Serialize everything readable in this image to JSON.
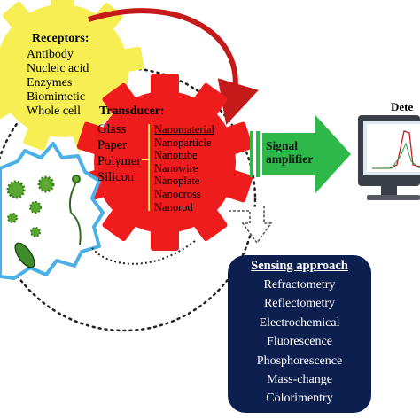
{
  "receptors": {
    "title": "Receptors:",
    "items": [
      "Antibody",
      "Nucleic acid",
      "Enzymes",
      "Biomimetic",
      "Whole cell"
    ]
  },
  "transducer": {
    "title": "Transducer:",
    "substrates": [
      "Glass",
      "Paper",
      "Polymer",
      "Silicon"
    ],
    "nanomaterials": [
      "Nanomaterial",
      "Nanoparticle",
      "Nanotube",
      "Nanowire",
      "Nanoplate",
      "Nanocross",
      "Nanorod"
    ]
  },
  "amplifier": {
    "lines": [
      "Signal",
      "amplifier"
    ]
  },
  "detector": {
    "label": "Dete"
  },
  "sensing": {
    "title": "Sensing approach",
    "items": [
      "Refractometry",
      "Reflectometry",
      "Electrochemical",
      "Fluorescence",
      "Phosphorescence",
      "Mass-change",
      "Colorimentry"
    ]
  },
  "colors": {
    "receptor_gear": "#f6ee52",
    "transducer_gear": "#ee1c1c",
    "amplifier_arrow": "#2fb84a",
    "sensing_box": "#0d1f4e",
    "arrow_red": "#c41a1a",
    "sample_outline": "#4ab0e6",
    "microbe_green": "#5aa832"
  }
}
